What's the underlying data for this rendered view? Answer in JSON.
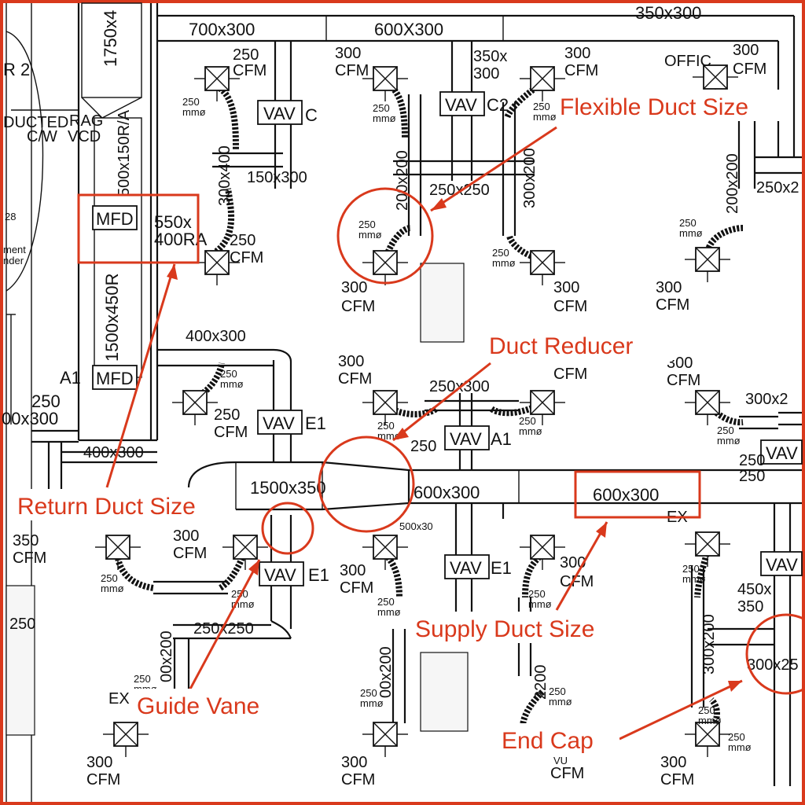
{
  "colors": {
    "annotation": "#d9391c",
    "line": "#111111",
    "background": "#ffffff"
  },
  "labels": {
    "room_r2": "R 2",
    "ducted": "DUCTED",
    "cw": "C/W",
    "rag": "RAG",
    "vcd": "VCD",
    "l28": "28",
    "ment": "ment",
    "nder": "nder",
    "offic": "OFFIC",
    "cfm": "CFM",
    "a1": "A1",
    "ex": "EX",
    "vu": "VU",
    "mfd": "MFD",
    "vav": "VAV",
    "c": "C",
    "c2": "C2",
    "e1": "E1",
    "a1s": "A1",
    "ex_top": "EX"
  },
  "ducts": {
    "d700x300": "700x300",
    "d600x300_top": "600X300",
    "d350x300_top": "350x300",
    "d1750x4": "1750x4",
    "d500x150": "500x150R/A",
    "d550x": "550x",
    "d400ra": "400RA",
    "d1500x450r": "1500x450R",
    "d350x300_v": "350x",
    "d300_v": "300",
    "d300x400": "300x400",
    "d150x300": "150x300",
    "d200x200_a": "200x200",
    "d250x250_a": "250x250",
    "d300x200_a": "300x200",
    "d200x200_b": "200x200",
    "d250x2_right": "250x2",
    "d400x300_a": "400x300",
    "d400x300_b": "400x300",
    "d00x300": "00x300",
    "d1500x350": "1500x350",
    "d600x300_mid": "600x300",
    "d600x300_boxed": "600x300",
    "d250x300": "250x300",
    "d300x2_right": "300x2",
    "d500x30": "500x30",
    "d250x250_b": "250x250",
    "d00x200_l": "00x200",
    "d00x200_m": "00x200",
    "d2200": "2200",
    "d300x200_r": "300x200",
    "d450x": "450x",
    "d350_r": "350",
    "d300x25": "300x25",
    "d250_r1": "250",
    "d250_r2": "250"
  },
  "airflow": {
    "f250_a": "250",
    "f300_b": "300",
    "f300_c": "300",
    "f300_d": "300",
    "f250_e": "250",
    "f300_f": "300",
    "f300_g": "300",
    "f300_h": "300",
    "f300_i": "300",
    "f250_j": "250",
    "f300_k": "300",
    "f350_l": "350",
    "f300_m": "300",
    "f300_n": "300",
    "f300_o": "300",
    "f250_p": "250",
    "f300_q": "300",
    "f300_r": "300",
    "f300_s": "300",
    "f250_t": "250",
    "f300_u": "300",
    "f250_v": "250"
  },
  "flex_sizes": {
    "x250": "250",
    "mm": "mmø"
  },
  "annotations": {
    "flexible_duct_size": "Flexible Duct Size",
    "duct_reducer": "Duct Reducer",
    "return_duct_size": "Return Duct Size",
    "guide_vane": "Guide Vane",
    "supply_duct_size": "Supply Duct Size",
    "end_cap": "End Cap"
  }
}
